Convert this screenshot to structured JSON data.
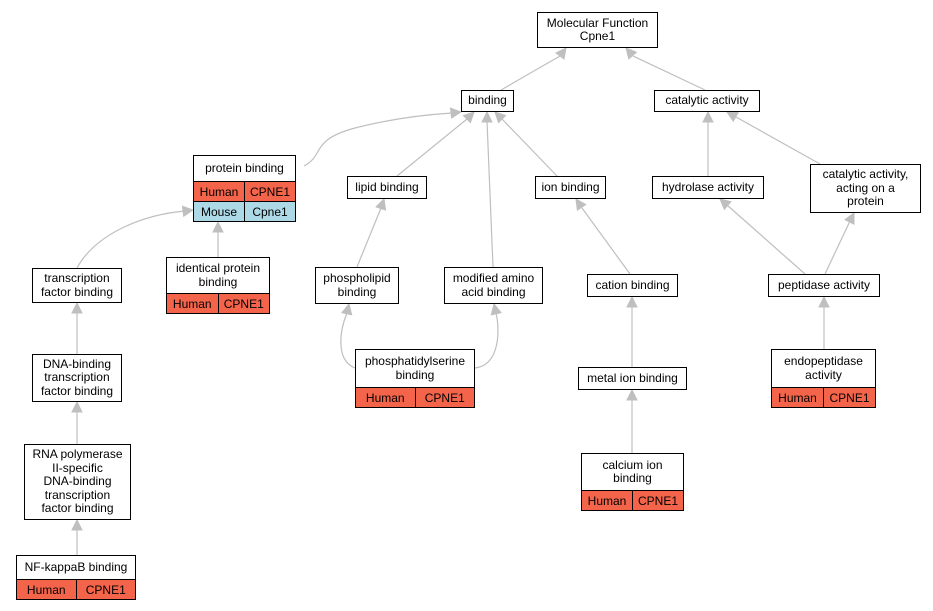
{
  "colors": {
    "human": "#f4644a",
    "mouse": "#add8e6",
    "edge": "#bfbfbf"
  },
  "nodes": {
    "mf": {
      "label": "Molecular Function\nCpne1"
    },
    "bind": {
      "label": "binding"
    },
    "cat": {
      "label": "catalytic activity"
    },
    "prot": {
      "label": "protein binding",
      "ann": [
        {
          "species": "Human",
          "gene": "CPNE1"
        },
        {
          "species": "Mouse",
          "gene": "Cpne1"
        }
      ]
    },
    "lip": {
      "label": "lipid binding"
    },
    "ion": {
      "label": "ion binding"
    },
    "hyd": {
      "label": "hydrolase activity"
    },
    "catp": {
      "label": "catalytic activity,\nacting on a\nprotein"
    },
    "tfb": {
      "label": "transcription\nfactor binding"
    },
    "ident": {
      "label": "identical protein\nbinding",
      "ann": [
        {
          "species": "Human",
          "gene": "CPNE1"
        }
      ]
    },
    "phos": {
      "label": "phospholipid\nbinding"
    },
    "mod": {
      "label": "modified amino\nacid binding"
    },
    "catb": {
      "label": "cation binding"
    },
    "pep": {
      "label": "peptidase activity"
    },
    "dna": {
      "label": "DNA-binding\ntranscription\nfactor binding"
    },
    "ps": {
      "label": "phosphatidylserine\nbinding",
      "ann": [
        {
          "species": "Human",
          "gene": "CPNE1"
        }
      ]
    },
    "met": {
      "label": "metal ion binding"
    },
    "endo": {
      "label": "endopeptidase\nactivity",
      "ann": [
        {
          "species": "Human",
          "gene": "CPNE1"
        }
      ]
    },
    "rna": {
      "label": "RNA polymerase\nII-specific\nDNA-binding\ntranscription\nfactor binding"
    },
    "ca": {
      "label": "calcium ion\nbinding",
      "ann": [
        {
          "species": "Human",
          "gene": "CPNE1"
        }
      ]
    },
    "nfk": {
      "label": "NF-kappaB binding",
      "ann": [
        {
          "species": "Human",
          "gene": "CPNE1"
        }
      ]
    }
  },
  "edges": [
    {
      "from": "bind",
      "to": "mf"
    },
    {
      "from": "cat",
      "to": "mf"
    },
    {
      "from": "prot",
      "to": "bind"
    },
    {
      "from": "lip",
      "to": "bind"
    },
    {
      "from": "ion",
      "to": "bind"
    },
    {
      "from": "mod",
      "to": "bind"
    },
    {
      "from": "hyd",
      "to": "cat"
    },
    {
      "from": "catp",
      "to": "cat"
    },
    {
      "from": "tfb",
      "to": "prot"
    },
    {
      "from": "ident",
      "to": "prot"
    },
    {
      "from": "phos",
      "to": "lip"
    },
    {
      "from": "catb",
      "to": "ion"
    },
    {
      "from": "pep",
      "to": "hyd"
    },
    {
      "from": "pep",
      "to": "catp"
    },
    {
      "from": "dna",
      "to": "tfb"
    },
    {
      "from": "ps",
      "to": "phos"
    },
    {
      "from": "ps",
      "to": "mod"
    },
    {
      "from": "met",
      "to": "catb"
    },
    {
      "from": "endo",
      "to": "pep"
    },
    {
      "from": "rna",
      "to": "dna"
    },
    {
      "from": "ca",
      "to": "met"
    },
    {
      "from": "nfk",
      "to": "rna"
    }
  ]
}
